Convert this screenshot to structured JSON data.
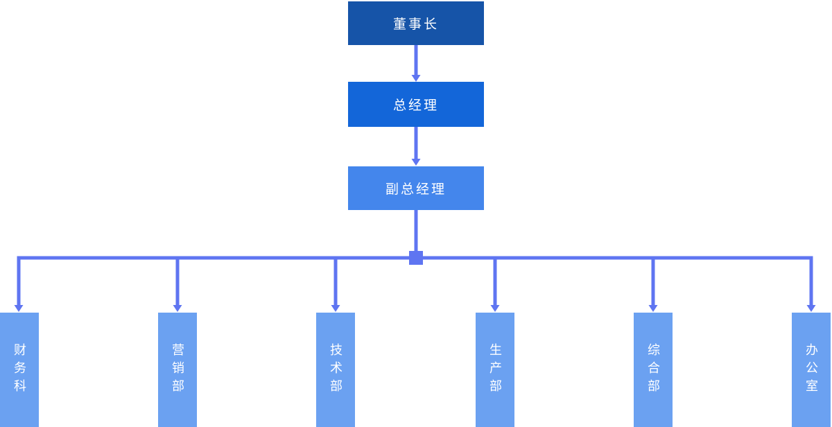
{
  "diagram": {
    "type": "org-chart",
    "hierarchy": [
      {
        "id": "chairman",
        "label": "董事长"
      },
      {
        "id": "general-manager",
        "label": "总经理"
      },
      {
        "id": "deputy-general-manager",
        "label": "副总经理"
      }
    ],
    "departments": [
      {
        "id": "finance",
        "label": "财务科"
      },
      {
        "id": "marketing",
        "label": "营销部"
      },
      {
        "id": "technology",
        "label": "技术部"
      },
      {
        "id": "production",
        "label": "生产部"
      },
      {
        "id": "general-affairs",
        "label": "综合部"
      },
      {
        "id": "office",
        "label": "办公室"
      }
    ],
    "colors": {
      "level1": "#1654A8",
      "level2": "#1366D9",
      "level3": "#4486EC",
      "department": "#6BA1F1",
      "connector": "#5F75F1",
      "text": "#FFFFFF"
    }
  }
}
